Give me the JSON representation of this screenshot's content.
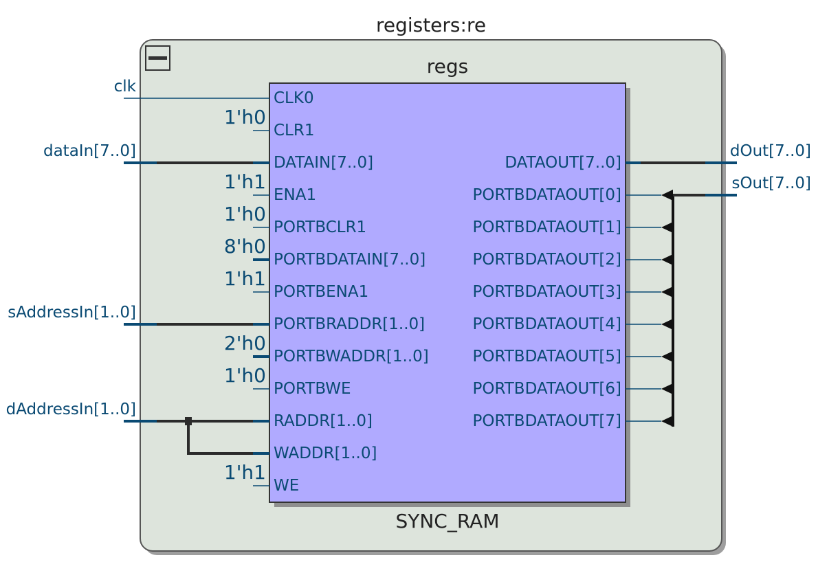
{
  "container_title": "registers:re",
  "block": {
    "instance_name": "regs",
    "type_name": "SYNC_RAM"
  },
  "left_ports": [
    {
      "label": "CLK0",
      "kind": "signal",
      "signal": "clk",
      "bus": false
    },
    {
      "label": "CLR1",
      "kind": "const",
      "const": "1'h0",
      "bus": false
    },
    {
      "label": "DATAIN[7..0]",
      "kind": "signal",
      "signal": "dataIn[7..0]",
      "bus": true
    },
    {
      "label": "ENA1",
      "kind": "const",
      "const": "1'h1",
      "bus": false
    },
    {
      "label": "PORTBCLR1",
      "kind": "const",
      "const": "1'h0",
      "bus": false
    },
    {
      "label": "PORTBDATAIN[7..0]",
      "kind": "const",
      "const": "8'h0",
      "bus": true
    },
    {
      "label": "PORTBENA1",
      "kind": "const",
      "const": "1'h1",
      "bus": false
    },
    {
      "label": "PORTBRADDR[1..0]",
      "kind": "signal",
      "signal": "sAddressIn[1..0]",
      "bus": true
    },
    {
      "label": "PORTBWADDR[1..0]",
      "kind": "const",
      "const": "2'h0",
      "bus": true
    },
    {
      "label": "PORTBWE",
      "kind": "const",
      "const": "1'h0",
      "bus": false
    },
    {
      "label": "RADDR[1..0]",
      "kind": "signal",
      "signal": "dAddressIn[1..0]",
      "bus": true
    },
    {
      "label": "WADDR[1..0]",
      "kind": "tap",
      "bus": true
    },
    {
      "label": "WE",
      "kind": "const",
      "const": "1'h1",
      "bus": false
    }
  ],
  "right_ports": [
    {
      "label": "DATAOUT[7..0]",
      "signal": "dOut[7..0]",
      "bus": true
    },
    {
      "label": "PORTBDATAOUT[0]",
      "signal": "sOut[7..0]",
      "bus": false
    },
    {
      "label": "PORTBDATAOUT[1]",
      "bus": false
    },
    {
      "label": "PORTBDATAOUT[2]",
      "bus": false
    },
    {
      "label": "PORTBDATAOUT[3]",
      "bus": false
    },
    {
      "label": "PORTBDATAOUT[4]",
      "bus": false
    },
    {
      "label": "PORTBDATAOUT[5]",
      "bus": false
    },
    {
      "label": "PORTBDATAOUT[6]",
      "bus": false
    },
    {
      "label": "PORTBDATAOUT[7]",
      "bus": false
    }
  ],
  "colors": {
    "container_fill": "#dde4dc",
    "block_fill": "#b0aaff",
    "wire": "#2b2b2b",
    "port_blue": "#0a4a73"
  }
}
